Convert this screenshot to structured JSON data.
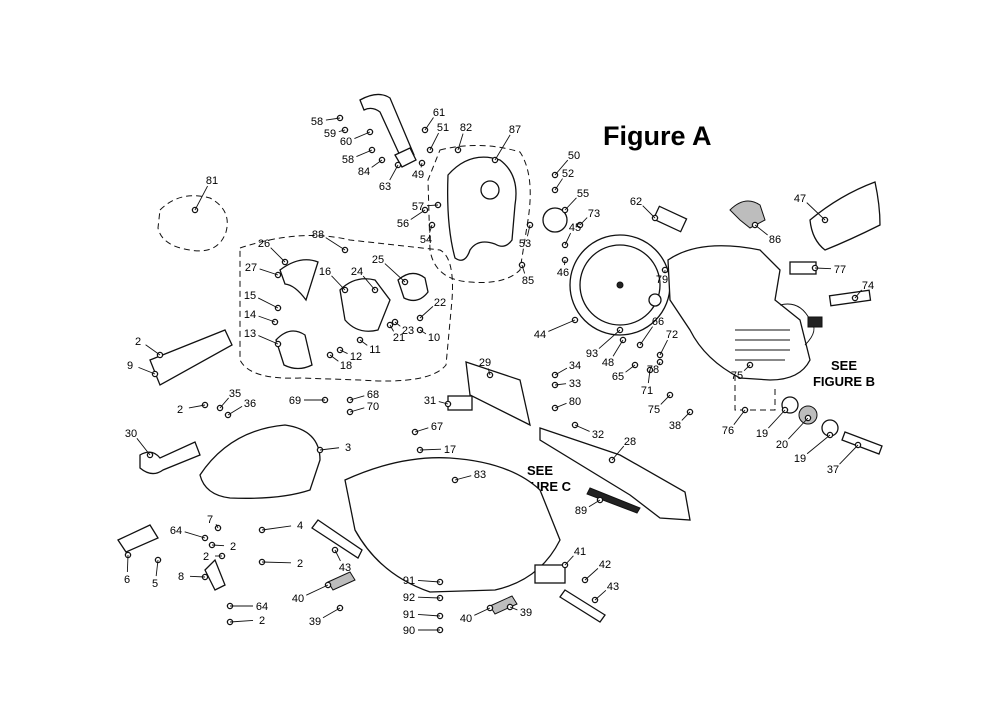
{
  "title": "Figure A",
  "see_figure_b": [
    "SEE",
    "FIGURE B"
  ],
  "see_figure_c": [
    "SEE",
    "FIGURE C"
  ],
  "callouts": [
    "2",
    "2",
    "2",
    "2",
    "2",
    "2",
    "3",
    "4",
    "5",
    "6",
    "7",
    "8",
    "9",
    "10",
    "11",
    "12",
    "13",
    "14",
    "15",
    "16",
    "17",
    "18",
    "19",
    "19",
    "20",
    "21",
    "22",
    "23",
    "24",
    "25",
    "26",
    "27",
    "28",
    "29",
    "30",
    "31",
    "32",
    "33",
    "34",
    "35",
    "36",
    "37",
    "38",
    "39",
    "39",
    "40",
    "40",
    "41",
    "42",
    "43",
    "43",
    "44",
    "45",
    "46",
    "47",
    "48",
    "49",
    "50",
    "51",
    "52",
    "53",
    "54",
    "55",
    "56",
    "57",
    "58",
    "58",
    "59",
    "60",
    "61",
    "62",
    "63",
    "64",
    "64",
    "65",
    "66",
    "67",
    "68",
    "69",
    "70",
    "71",
    "72",
    "73",
    "74",
    "75",
    "75",
    "76",
    "77",
    "78",
    "79",
    "80",
    "81",
    "82",
    "83",
    "84",
    "85",
    "86",
    "87",
    "88",
    "89",
    "90",
    "91",
    "91",
    "92",
    "93"
  ]
}
